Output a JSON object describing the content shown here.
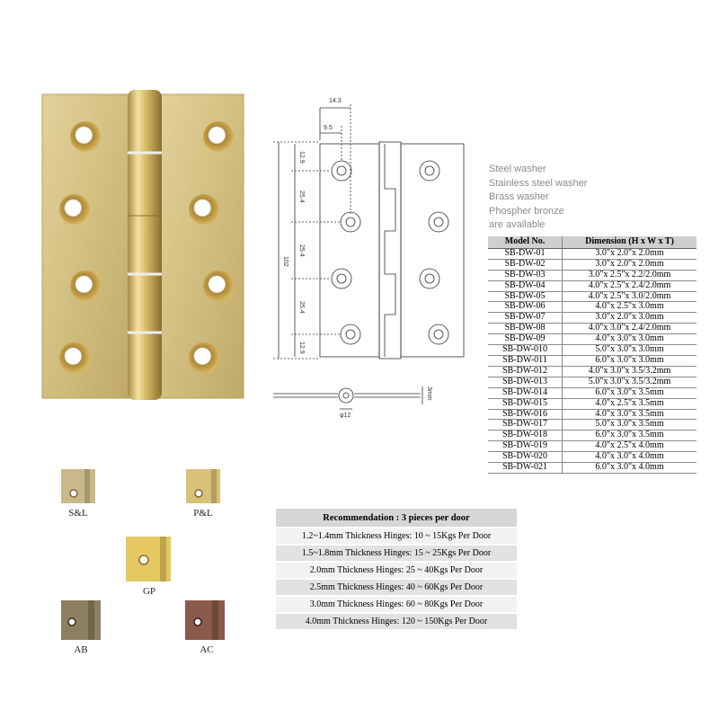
{
  "drawing": {
    "dim_top_outer": "14.3",
    "dim_top_inner": "9.5",
    "dim_height": "102",
    "dim_seg1": "12.9",
    "dim_seg2": "25.4",
    "dim_seg3": "25.4",
    "dim_seg4": "25.4",
    "dim_seg5": "12.9",
    "dim_pin": "φ12",
    "dim_thickness": "3mm"
  },
  "washer_notes": [
    "Steel washer",
    "Stainless steel washer",
    "Brass washer",
    "Phospher bronze",
    "are available"
  ],
  "model_table": {
    "headers": [
      "Model No.",
      "Dimension (H x W x T)"
    ],
    "rows": [
      [
        "SB-DW-01",
        "3.0\"x 2.0\"x 2.0mm"
      ],
      [
        "SB-DW-02",
        "3.0\"x 2.0\"x 2.0mm"
      ],
      [
        "SB-DW-03",
        "3.0\"x 2.5\"x 2.2/2.0mm"
      ],
      [
        "SB-DW-04",
        "4.0\"x 2.5\"x 2.4/2.0mm"
      ],
      [
        "SB-DW-05",
        "4.0\"x 2.5\"x 3.0/2.0mm"
      ],
      [
        "SB-DW-06",
        "4.0\"x 2.5\"x 3.0mm"
      ],
      [
        "SB-DW-07",
        "3.0\"x 2.0\"x 3.0mm"
      ],
      [
        "SB-DW-08",
        "4.0\"x 3.0\"x 2.4/2.0mm"
      ],
      [
        "SB-DW-09",
        "4.0\"x 3.0\"x 3.0mm"
      ],
      [
        "SB-DW-010",
        "5.0\"x 3.0\"x 3.0mm"
      ],
      [
        "SB-DW-011",
        "6.0\"x 3.0\"x 3.0mm"
      ],
      [
        "SB-DW-012",
        "4.0\"x 3.0\"x 3.5/3.2mm"
      ],
      [
        "SB-DW-013",
        "5.0\"x 3.0\"x 3.5/3.2mm"
      ],
      [
        "SB-DW-014",
        "6.0\"x 3.0\"x 3.5mm"
      ],
      [
        "SB-DW-015",
        "4.0\"x 2.5\"x 3.5mm"
      ],
      [
        "SB-DW-016",
        "4.0\"x 3.0\"x 3.5mm"
      ],
      [
        "SB-DW-017",
        "5.0\"x 3.0\"x 3.5mm"
      ],
      [
        "SB-DW-018",
        "6.0\"x 3.0\"x 3.5mm"
      ],
      [
        "SB-DW-019",
        "4.0\"x 2.5\"x 4.0mm"
      ],
      [
        "SB-DW-020",
        "4.0\"x 3.0\"x 4.0mm"
      ],
      [
        "SB-DW-021",
        "6.0\"x 3.0\"x 4.0mm"
      ]
    ]
  },
  "finishes": [
    {
      "label": "S&L",
      "color": "#c9b98a"
    },
    {
      "label": "P&L",
      "color": "#d9c277"
    },
    {
      "label": "GP",
      "color": "#e5c860"
    },
    {
      "label": "AB",
      "color": "#8c8060"
    },
    {
      "label": "AC",
      "color": "#8a5a4a"
    }
  ],
  "recommendation": {
    "title": "Recommendation : 3 pieces per door",
    "rows": [
      "1.2~1.4mm Thickness Hinges: 10 ~ 15Kgs Per Door",
      "1.5~1.8mm Thickness Hinges: 15 ~ 25Kgs Per Door",
      "2.0mm Thickness Hinges: 25 ~ 40Kgs Per Door",
      "2.5mm Thickness Hinges: 40 ~ 60Kgs Per Door",
      "3.0mm Thickness Hinges: 60 ~ 80Kgs Per Door",
      "4.0mm Thickness Hinges: 120 ~ 150Kgs Per Door"
    ]
  }
}
